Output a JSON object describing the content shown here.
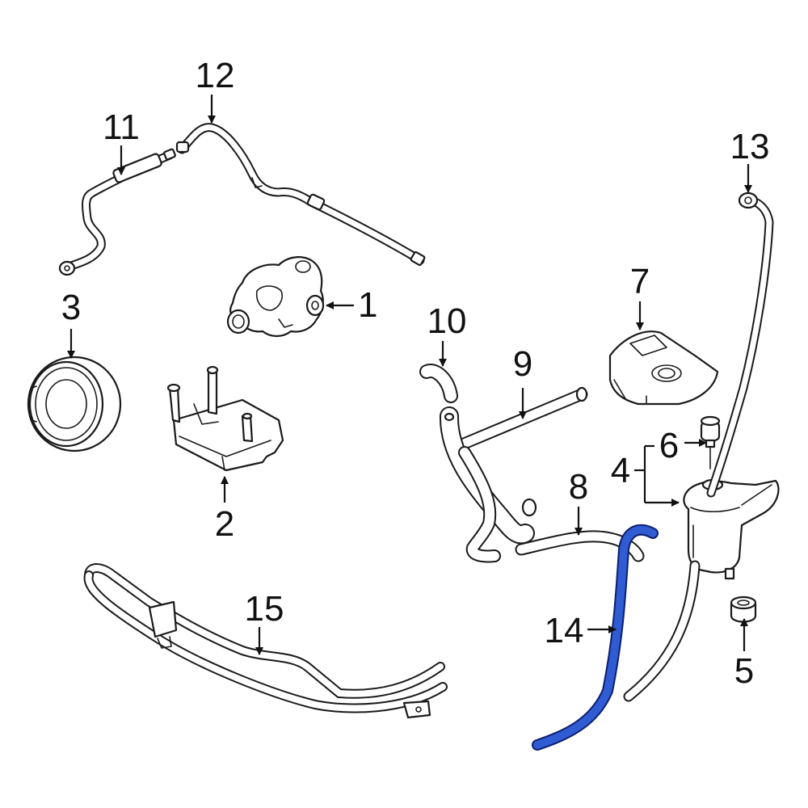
{
  "diagram": {
    "colors": {
      "background": "#ffffff",
      "line": "#1a1a1a",
      "highlight_fill": "#2f5bd3",
      "highlight_stroke": "#0c1f6e"
    },
    "callouts": [
      {
        "id": "1",
        "label": "1"
      },
      {
        "id": "2",
        "label": "2"
      },
      {
        "id": "3",
        "label": "3"
      },
      {
        "id": "4",
        "label": "4"
      },
      {
        "id": "5",
        "label": "5"
      },
      {
        "id": "6",
        "label": "6"
      },
      {
        "id": "7",
        "label": "7"
      },
      {
        "id": "8",
        "label": "8"
      },
      {
        "id": "9",
        "label": "9"
      },
      {
        "id": "10",
        "label": "10"
      },
      {
        "id": "11",
        "label": "11"
      },
      {
        "id": "12",
        "label": "12"
      },
      {
        "id": "13",
        "label": "13"
      },
      {
        "id": "14",
        "label": "14",
        "highlighted": true
      },
      {
        "id": "15",
        "label": "15"
      }
    ]
  }
}
